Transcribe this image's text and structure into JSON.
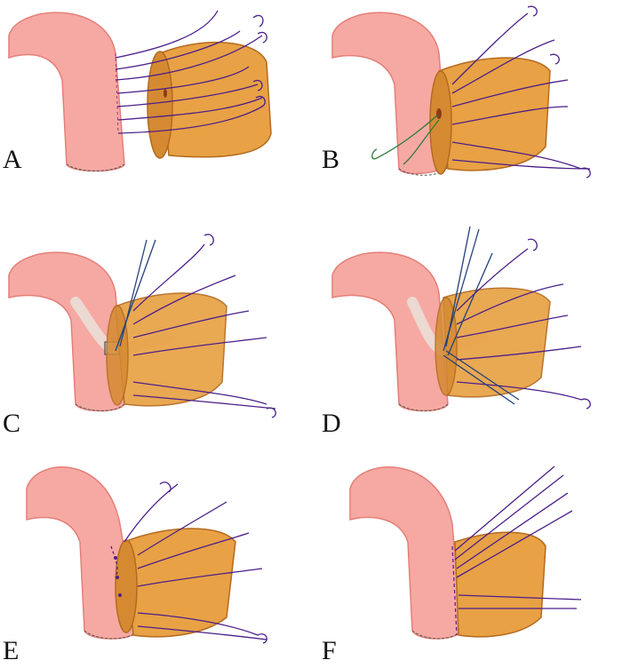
{
  "figure": {
    "panels": [
      {
        "id": "A",
        "label": "A"
      },
      {
        "id": "B",
        "label": "B"
      },
      {
        "id": "C",
        "label": "C"
      },
      {
        "id": "D",
        "label": "D"
      },
      {
        "id": "E",
        "label": "E"
      },
      {
        "id": "F",
        "label": "F"
      }
    ]
  },
  "colors": {
    "vessel": "#f6a9a2",
    "vessel_edge": "#e47f78",
    "graft": "#e8a144",
    "graft_edge": "#b46a1f",
    "suture": "#4b1f8a",
    "suture_blue": "#24427a",
    "suture_green": "#2d7a3a",
    "tube": "#e9e2db"
  }
}
